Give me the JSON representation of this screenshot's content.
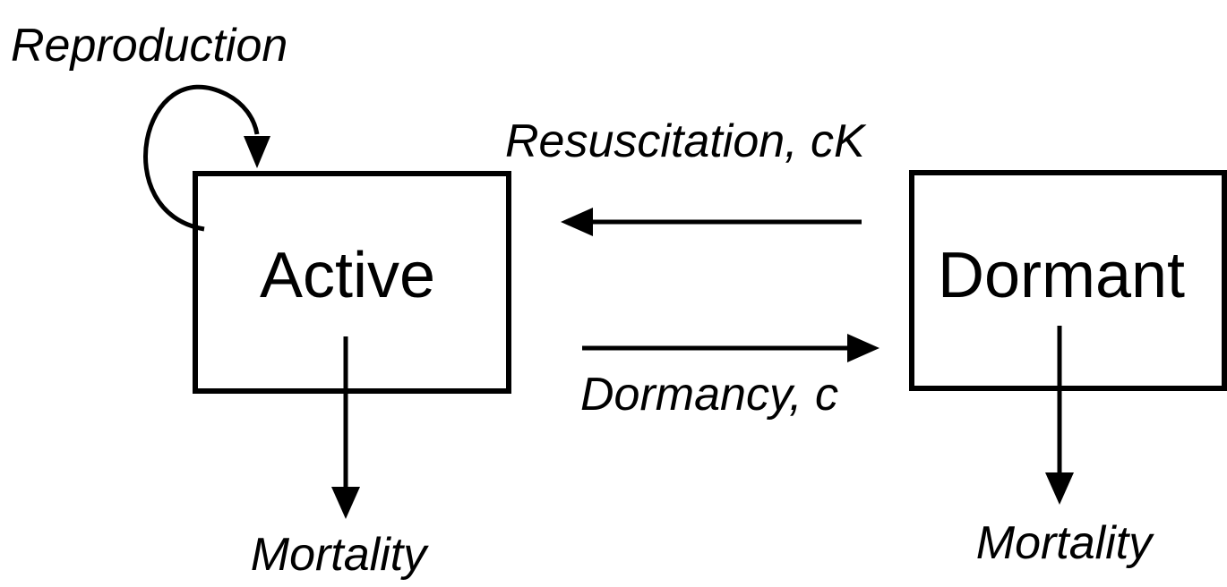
{
  "nodes": {
    "active": {
      "label": "Active"
    },
    "dormant": {
      "label": "Dormant"
    }
  },
  "edges": {
    "reproduction": {
      "label": "Reproduction"
    },
    "resuscitation": {
      "label": "Resuscitation, cK"
    },
    "dormancy": {
      "label": "Dormancy, c"
    },
    "active_mortality": {
      "label": "Mortality"
    },
    "dormant_mortality": {
      "label": "Mortality"
    }
  },
  "colors": {
    "stroke": "#000000",
    "background": "#ffffff"
  }
}
